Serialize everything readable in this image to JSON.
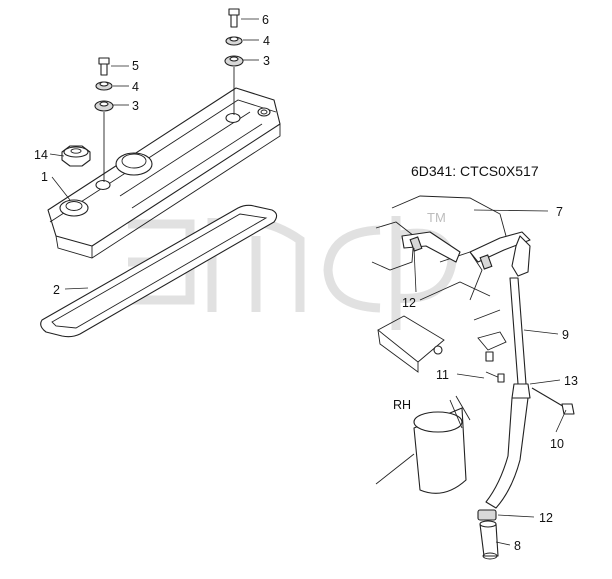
{
  "diagram": {
    "code": "6D341: CTCS0X517",
    "side_label": "RH",
    "watermark": "TM",
    "callouts": [
      {
        "id": "c6a",
        "label": "6"
      },
      {
        "id": "c4a",
        "label": "4"
      },
      {
        "id": "c3a",
        "label": "3"
      },
      {
        "id": "c5",
        "label": "5"
      },
      {
        "id": "c4b",
        "label": "4"
      },
      {
        "id": "c3b",
        "label": "3"
      },
      {
        "id": "c14",
        "label": "14"
      },
      {
        "id": "c1",
        "label": "1"
      },
      {
        "id": "c2",
        "label": "2"
      },
      {
        "id": "c7",
        "label": "7"
      },
      {
        "id": "c12a",
        "label": "12"
      },
      {
        "id": "c9",
        "label": "9"
      },
      {
        "id": "c11",
        "label": "11"
      },
      {
        "id": "c13",
        "label": "13"
      },
      {
        "id": "c10",
        "label": "10"
      },
      {
        "id": "c12b",
        "label": "12"
      },
      {
        "id": "c8",
        "label": "8"
      }
    ]
  }
}
